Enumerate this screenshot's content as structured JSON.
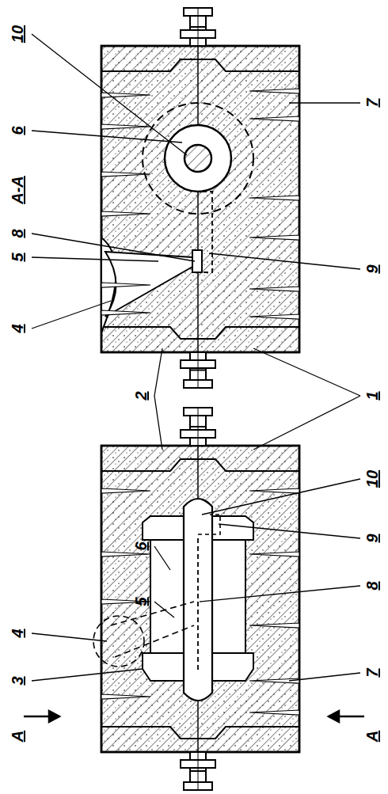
{
  "diagram": {
    "labels": [
      "10",
      "6",
      "A-A",
      "8",
      "5",
      "4",
      "7",
      "9",
      "2",
      "1",
      "6",
      "5",
      "4",
      "3",
      "A",
      "10",
      "9",
      "8",
      "7",
      "A"
    ]
  }
}
